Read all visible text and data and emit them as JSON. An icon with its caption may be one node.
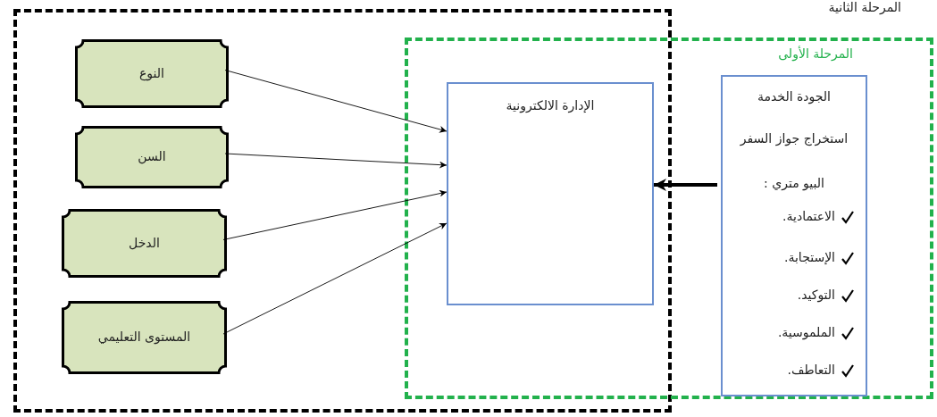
{
  "diagram": {
    "nodes": [
      {
        "text": [],
        "shape": "box"
      },
      {
        "text": [
          "المرحلة الأولى"
        ]
      },
      {
        "text": [
          "النوع"
        ],
        "in": 0
      },
      {
        "text": [
          "السن"
        ],
        "in": 0
      },
      {
        "text": [
          "الدخل"
        ],
        "in": 0
      },
      {
        "text": [
          "المستوى التعليمي"
        ],
        "in": 0
      },
      {
        "text": [
          "الإدارة الالكترونية"
        ]
      },
      {
        "text": [
          "الجودة الخدمة",
          "استخراج جواز السفر",
          "البيو متري :",
          "الاعتمادية.",
          "الإستجابة.",
          "التوكيد.",
          "الملموسية.",
          "التعاطف."
        ],
        "in": 1
      }
    ],
    "edges": [
      {
        "from": 2,
        "to": 6,
        "arrow": "to"
      },
      {
        "from": 3,
        "to": 6,
        "arrow": "to"
      },
      {
        "from": 4,
        "to": 6,
        "arrow": "to"
      },
      {
        "from": 5,
        "to": 6,
        "arrow": "to"
      },
      {
        "from": 7,
        "to": 6,
        "arrow": "to",
        "style": "thick"
      }
    ],
    "labels": [
      "المرحلة الثانية"
    ]
  }
}
